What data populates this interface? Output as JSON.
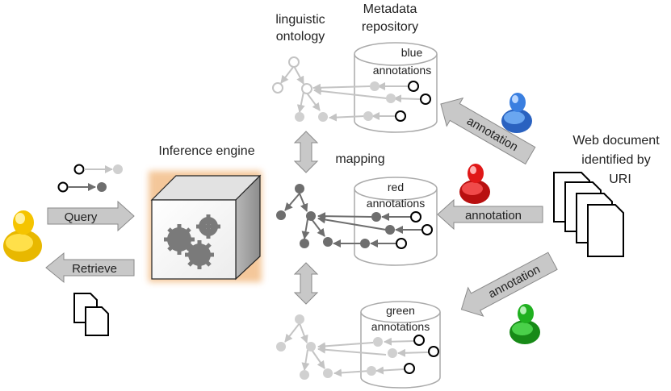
{
  "labels": {
    "ontology_line1": "linguistic",
    "ontology_line2": "ontology",
    "repo_line1": "Metadata",
    "repo_line2": "repository",
    "inference_engine": "Inference engine",
    "mapping": "mapping",
    "webdoc_line1": "Web document",
    "webdoc_line2": "identified by",
    "webdoc_line3": "URI"
  },
  "repositories": {
    "blue": {
      "line1": "blue",
      "line2": "annotations"
    },
    "red": {
      "line1": "red",
      "line2": "annotations"
    },
    "green": {
      "line1": "green",
      "line2": "annotations"
    }
  },
  "arrows": {
    "query": "Query",
    "retrieve": "Retrieve",
    "annotation_top": "annotation",
    "annotation_mid": "annotation",
    "annotation_bottom": "annotation"
  },
  "users": [
    {
      "name": "yellow-user",
      "color": "#f5c400"
    },
    {
      "name": "blue-user",
      "color": "#3a7fe0"
    },
    {
      "name": "red-user",
      "color": "#e01818"
    },
    {
      "name": "green-user",
      "color": "#20b020"
    }
  ],
  "colors": {
    "arrow_fill": "#c8c8c8",
    "node_dark": "#6e6e6e",
    "node_light": "#d0d0d0",
    "box_glow": "#f0b070"
  }
}
